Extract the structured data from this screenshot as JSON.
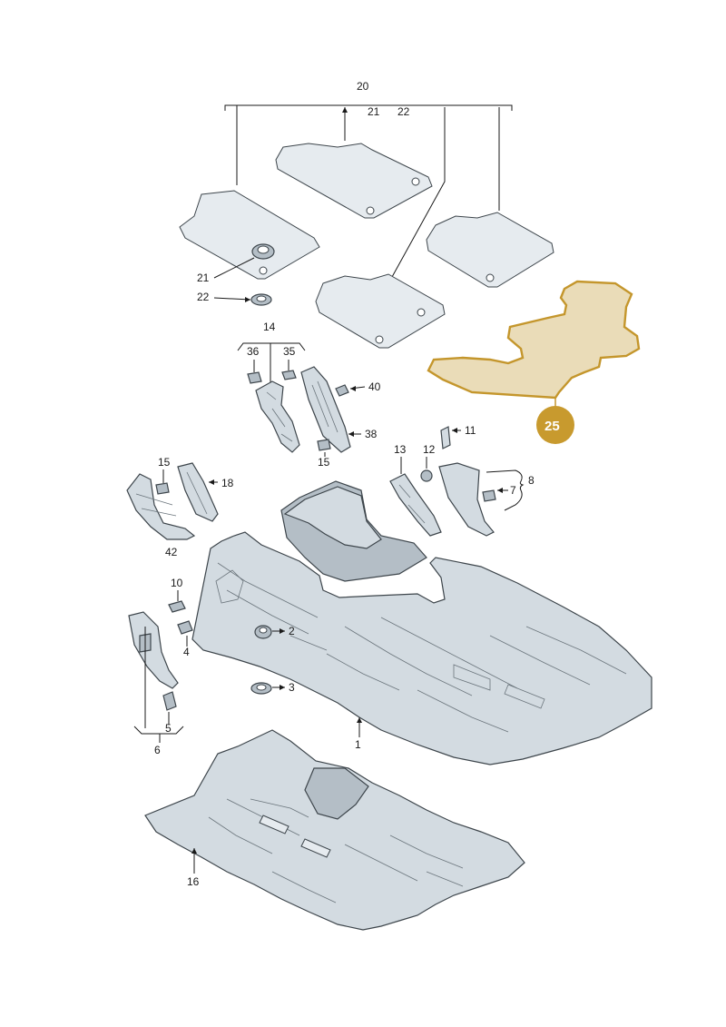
{
  "labels": {
    "l20": "20",
    "l21top": "21",
    "l22top": "22",
    "l21": "21",
    "l22": "22",
    "l14": "14",
    "l36": "36",
    "l35": "35",
    "l40": "40",
    "l38": "38",
    "l15a": "15",
    "l11": "11",
    "l13": "13",
    "l12": "12",
    "l8": "8",
    "l7": "7",
    "l15b": "15",
    "l18": "18",
    "l42": "42",
    "l10": "10",
    "l2": "2",
    "l4": "4",
    "l3": "3",
    "l5": "5",
    "l6": "6",
    "l1": "1",
    "l16": "16"
  },
  "callout": {
    "number": "25"
  },
  "colors": {
    "highlight_fill": "#eadcb8",
    "highlight_stroke": "#c4962c",
    "callout_bg": "#c89a2e"
  }
}
